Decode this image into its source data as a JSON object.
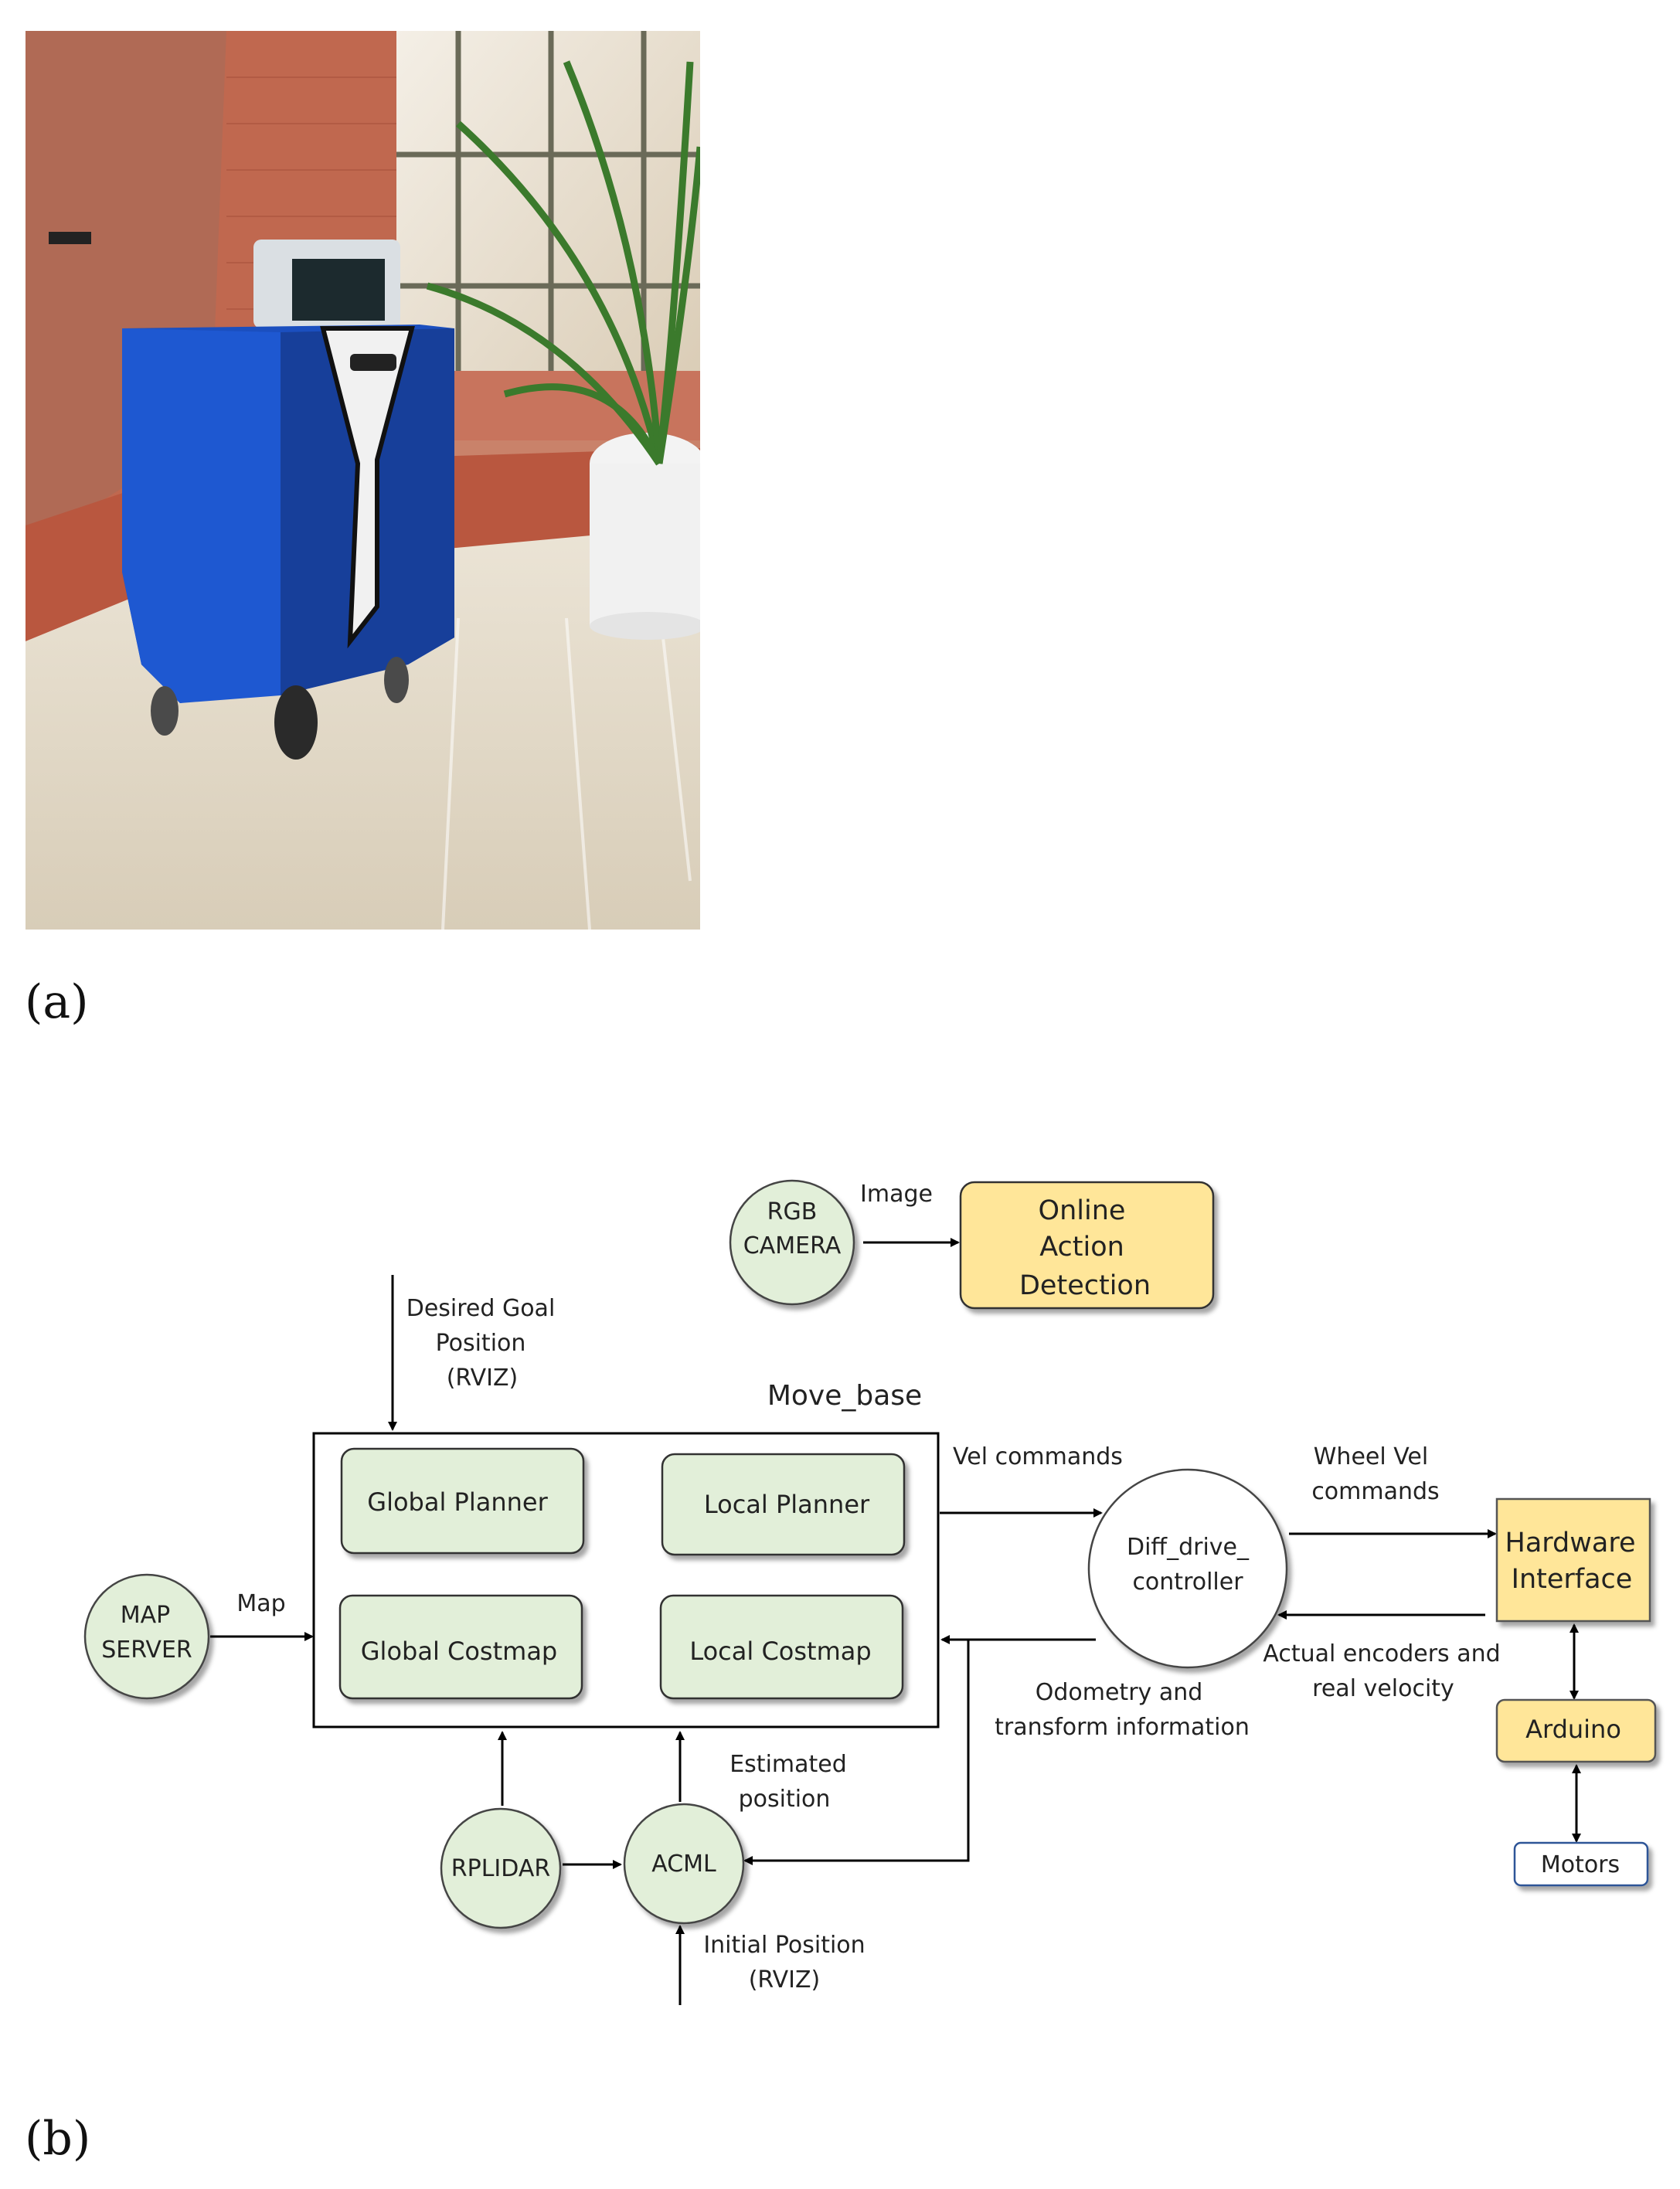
{
  "panels": {
    "a": "(a)",
    "b": "(b)"
  },
  "colors": {
    "green_fill": "#e2efd9",
    "yellow_fill": "#ffe699",
    "robot_blue": "#1b4fbf",
    "stroke": "#000000"
  },
  "diagram": {
    "camera": {
      "line1": "RGB",
      "line2": "CAMERA"
    },
    "image_label": "Image",
    "action": {
      "line1": "Online",
      "line2": "Action",
      "line3": "Detection"
    },
    "goal": {
      "line1": "Desired Goal",
      "line2": "Position",
      "line3": "(RVIZ)"
    },
    "move_base_title": "Move_base",
    "global_planner": "Global Planner",
    "local_planner": "Local Planner",
    "global_costmap": "Global Costmap",
    "local_costmap": "Local Costmap",
    "map_server": {
      "line1": "MAP",
      "line2": "SERVER"
    },
    "map_label": "Map",
    "vel_commands": "Vel commands",
    "diff": {
      "line1": "Diff_drive_",
      "line2": "controller"
    },
    "wheel_vel": {
      "line1": "Wheel Vel",
      "line2": "commands"
    },
    "hardware": {
      "line1": "Hardware",
      "line2": "Interface"
    },
    "encoders": {
      "line1": "Actual encoders and",
      "line2": "real velocity"
    },
    "odometry": {
      "line1": "Odometry and",
      "line2": "transform information"
    },
    "arduino": "Arduino",
    "motors": "Motors",
    "estimated": {
      "line1": "Estimated",
      "line2": "position"
    },
    "rplidar": "RPLIDAR",
    "acml": "ACML",
    "initial": {
      "line1": "Initial Position",
      "line2": "(RVIZ)"
    }
  }
}
